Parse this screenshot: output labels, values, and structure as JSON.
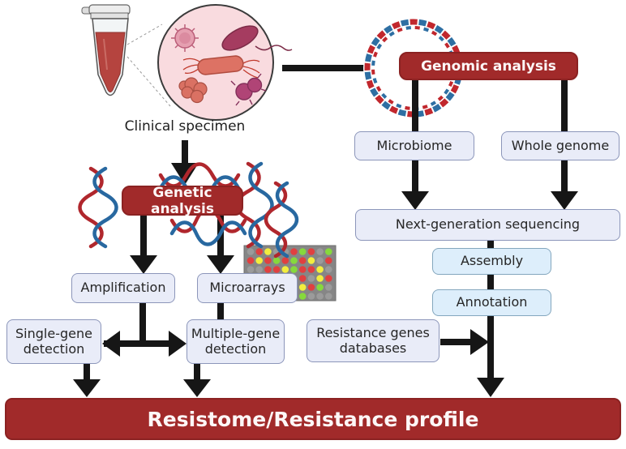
{
  "labels": {
    "clinical_specimen": "Clinical specimen",
    "genetic_analysis": "Genetic analysis",
    "genomic_analysis": "Genomic analysis",
    "amplification": "Amplification",
    "microarrays": "Microarrays",
    "single_gene_detection": "Single-gene detection",
    "multiple_gene_detection": "Multiple-gene detection",
    "microbiome": "Microbiome",
    "whole_genome": "Whole genome",
    "next_generation_sequencing": "Next-generation sequencing",
    "assembly": "Assembly",
    "annotation": "Annotation",
    "resistance_genes_databases": "Resistance genes databases",
    "banner": "Resistome/Resistance profile"
  },
  "colors": {
    "accent_red": "#a12a2a",
    "node_fill_lavender": "#e9ecf8",
    "node_border_lavender": "#8c96ba",
    "node_fill_blue": "#ddeefb",
    "node_border_blue": "#84a7be",
    "arrow_black": "#161616",
    "dna_red": "#b0272d",
    "dna_blue": "#2868a0"
  },
  "icons": {
    "specimen_tube": "microcentrifuge-tube-icon",
    "microbes_circle": "microbes-magnified-circle-icon",
    "plasmid": "circular-dna-plasmid-icon",
    "dna": "dna-helix-icon",
    "microarray_chip": "microarray-chip-icon"
  },
  "microarray": {
    "palette": {
      "g": "#9b9b9b",
      "r": "#e04040",
      "y": "#f2ee3e",
      "n": "#86d93c"
    },
    "pattern": [
      "gryggrnrgn",
      "ryrnrnrygr",
      "ggrrynrryg",
      "ynrgrgrgyr",
      "gryngryrng",
      "rgnrygnggg"
    ]
  }
}
